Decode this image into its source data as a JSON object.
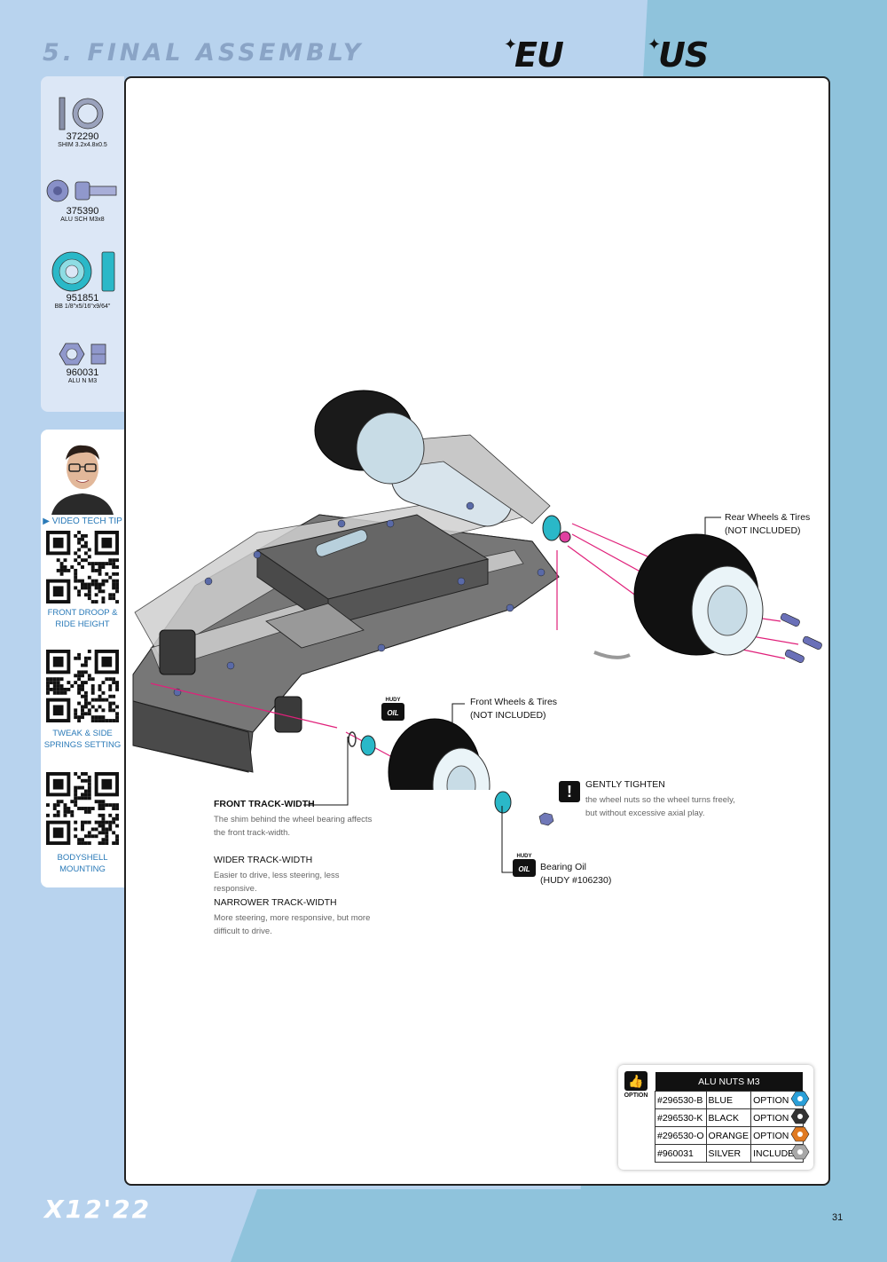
{
  "header": {
    "section_title": "5. FINAL ASSEMBLY",
    "region_eu": "EU",
    "region_us": "US"
  },
  "parts": [
    {
      "code": "372290",
      "desc": "SHIM 3.2x4.8x0.5",
      "icon": "shim-icon"
    },
    {
      "code": "375390",
      "desc": "ALU SCH M3x8",
      "icon": "screw-icon"
    },
    {
      "code": "951851",
      "desc": "BB 1/8\"x5/16\"x9/64\"",
      "icon": "bearing-icon"
    },
    {
      "code": "960031",
      "desc": "ALU N M3",
      "icon": "nut-icon"
    }
  ],
  "videos": {
    "title": "VIDEO TECH TIP",
    "items": [
      {
        "label": "FRONT DROOP & RIDE HEIGHT"
      },
      {
        "label": "TWEAK & SIDE SPRINGS SETTING"
      },
      {
        "label": "BODYSHELL MOUNTING"
      }
    ]
  },
  "callouts": {
    "rear_wheels": "Rear Wheels & Tires",
    "rear_wheels_note": "(NOT INCLUDED)",
    "front_wheels": "Front Wheels & Tires",
    "front_wheels_note": "(NOT INCLUDED)",
    "hudy_brand": "HUDY",
    "oil_label": "OIL",
    "bearing_oil": "Bearing Oil",
    "bearing_oil_ref": "(HUDY #106230)",
    "gently_tighten": "GENTLY TIGHTEN",
    "gently_tighten_text": "the wheel nuts so the wheel turns freely, but without excessive axial play."
  },
  "notes": [
    {
      "title": "FRONT TRACK-WIDTH",
      "text": "The shim behind the wheel bearing affects the front track-width."
    },
    {
      "title": "WIDER TRACK-WIDTH",
      "text": "Easier to drive, less steering, less responsive."
    },
    {
      "title": "NARROWER TRACK-WIDTH",
      "text": "More steering, more responsive, but more difficult to drive."
    }
  ],
  "option_table": {
    "label": "OPTION",
    "title": "ALU NUTS M3",
    "rows": [
      {
        "code": "#296530-B",
        "color": "BLUE",
        "status": "OPTION",
        "swatch": "#2a9fd8"
      },
      {
        "code": "#296530-K",
        "color": "BLACK",
        "status": "OPTION",
        "swatch": "#333333"
      },
      {
        "code": "#296530-O",
        "color": "ORANGE",
        "status": "OPTION",
        "swatch": "#e07a22"
      },
      {
        "code": "#960031",
        "color": "SILVER",
        "status": "INCLUDED",
        "swatch": "#a8a8a8"
      }
    ]
  },
  "footer": {
    "model": "X12'22",
    "page_number": "31"
  }
}
